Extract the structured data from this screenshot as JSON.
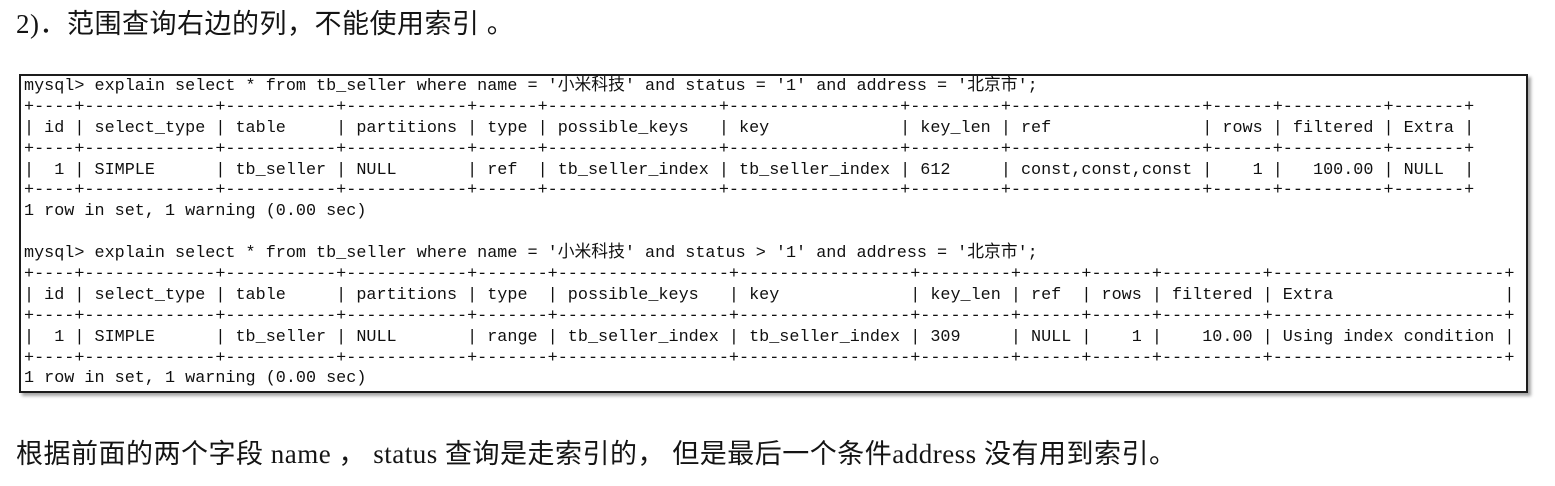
{
  "document": {
    "heading": "2)．范围查询右边的列，不能使用索引 。",
    "footer": "根据前面的两个字段 name ， status 查询是走索引的， 但是最后一个条件address 没有用到索引。"
  },
  "terminal": {
    "lines": [
      "mysql> explain select * from tb_seller where name = '小米科技' and status = '1' and address = '北京市';",
      "+----+-------------+-----------+------------+------+-----------------+-----------------+---------+-------------------+------+----------+-------+",
      "| id | select_type | table     | partitions | type | possible_keys   | key             | key_len | ref               | rows | filtered | Extra |",
      "+----+-------------+-----------+------------+------+-----------------+-----------------+---------+-------------------+------+----------+-------+",
      "|  1 | SIMPLE      | tb_seller | NULL       | ref  | tb_seller_index | tb_seller_index | 612     | const,const,const |    1 |   100.00 | NULL  |",
      "+----+-------------+-----------+------------+------+-----------------+-----------------+---------+-------------------+------+----------+-------+",
      "1 row in set, 1 warning (0.00 sec)",
      "",
      "mysql> explain select * from tb_seller where name = '小米科技' and status > '1' and address = '北京市';",
      "+----+-------------+-----------+------------+-------+-----------------+-----------------+---------+------+------+----------+-----------------------+",
      "| id | select_type | table     | partitions | type  | possible_keys   | key             | key_len | ref  | rows | filtered | Extra                 |",
      "+----+-------------+-----------+------------+-------+-----------------+-----------------+---------+------+------+----------+-----------------------+",
      "|  1 | SIMPLE      | tb_seller | NULL       | range | tb_seller_index | tb_seller_index | 309     | NULL |    1 |    10.00 | Using index condition |",
      "+----+-------------+-----------+------------+-------+-----------------+-----------------+---------+------+------+----------+-----------------------+",
      "1 row in set, 1 warning (0.00 sec)"
    ]
  }
}
